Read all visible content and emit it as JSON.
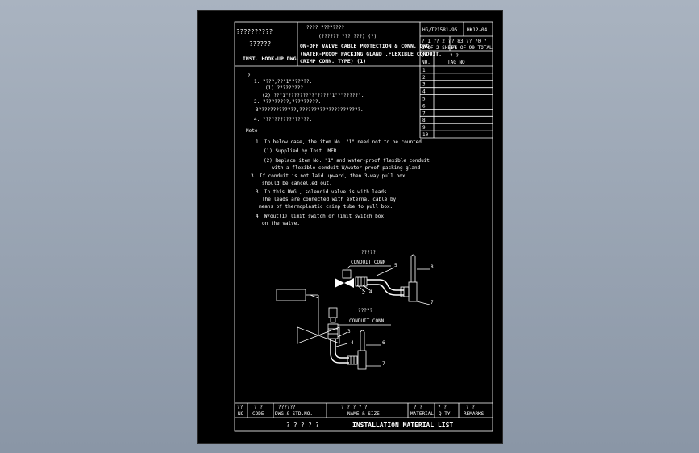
{
  "header": {
    "left_line1": "??????????",
    "left_line2": "??????",
    "left_line3": "INST. HOOK-UP DWG.",
    "title_q1": "????  ????????",
    "title_q2": "(?????? ??? ???)    (?)",
    "title_en1": "ON-OFF VALVE CABLE PROTECTION & CONN. DWG.",
    "title_en2": "(WATER-PROOF PACKING GLAND ,FLEXIBLE CONDUIT,",
    "title_en3": "CRIMP CONN. TYPE)   (1)",
    "doc_no": "HG/T21581-95",
    "sheet_code": "HK12-04",
    "sheet_row_q": "?  1  ?? 2  ?",
    "sheet_row_en": "1  OF  2 SHEET",
    "total_q": "? 83 ?? 70 ?",
    "total_en": "PG OF 90 TOTAL"
  },
  "rev_table": {
    "head_no_q": "??",
    "head_no": "NO.",
    "head_tag_q": "?    ?",
    "head_tag": "TAG  NO",
    "rows": [
      "1",
      "2",
      "3",
      "4",
      "5",
      "6",
      "7",
      "8",
      "9",
      "10"
    ]
  },
  "notes_cn": {
    "title": "?:",
    "l1": "1.  ????,??\"1\"??????.",
    "l2": "(1) ?????????",
    "l3": "(2) ??\"1\"?????????\"????\"1\"?\"?????\".",
    "l4": "2.  ?????????,?????????.",
    "l5": "3?????????????,?????????????????????.",
    "l6": "4.  ????????????????."
  },
  "notes_en": {
    "title": "Note",
    "l1": "1. In below case, the item No. \"1\" need not to be counted.",
    "l2": "(1) Supplied by Inst. MFR",
    "l3": "(2) Replace item No. \"1\" and water-proof flexible conduit",
    "l4": "with a flexible conduit W/water-proof packing gland",
    "l5": "3. If conduit is not laid upward, then 3-way pull box",
    "l6": "should be cancelled out.",
    "l7": "3. In this DWG., solenoid valve is with leads.",
    "l8": "The leads are connected with external cable by",
    "l9": "means of thermoplastic crimp tube to pull box.",
    "l10": "4. W/out(1) limit switch or limit switch box",
    "l11": "on the valve."
  },
  "diagram": {
    "label_q1": "?????",
    "label_conduit1": "CONDUIT CONN",
    "label_q2": "?????",
    "label_conduit2": "CONDUIT CONN",
    "items_upper": [
      "5",
      "2",
      "4",
      "8",
      "7"
    ],
    "items_lower": [
      "3",
      "4",
      "6",
      "7"
    ]
  },
  "footer": {
    "col_no_q": "??",
    "col_no": "NO",
    "col_code_q": "?  ?",
    "col_code": "CODE",
    "col_dwg_q": "??????",
    "col_dwg": "DWG.& STD.NO.",
    "col_name_q": "?  ?  ?  ?  ?",
    "col_name": "NAME & SIZE",
    "col_mat_q": "?  ?",
    "col_mat": "MATERIAL",
    "col_qty_q": "?  ?",
    "col_qty": "Q'TY",
    "col_rem_q": "?    ?",
    "col_rem": "REMARKS",
    "title_q": "?  ?  ?  ?  ?",
    "title_en": "INSTALLATION  MATERIAL  LIST"
  }
}
